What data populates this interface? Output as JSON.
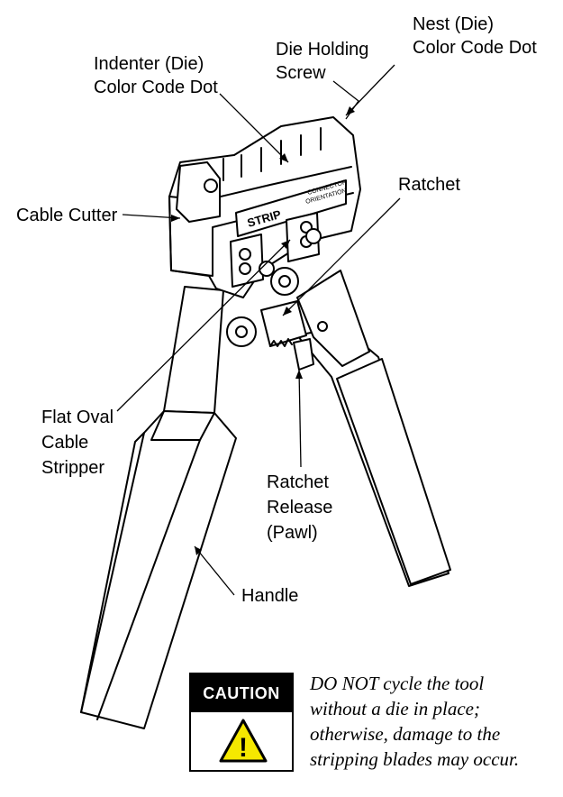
{
  "labels": {
    "nest_die_line1": "Nest (Die)",
    "nest_die_line2": "Color Code Dot",
    "die_holding_screw_line1": "Die Holding",
    "die_holding_screw_line2": "Screw",
    "indenter_line1": "Indenter (Die)",
    "indenter_line2": "Color Code Dot",
    "ratchet": "Ratchet",
    "cable_cutter": "Cable Cutter",
    "flat_oval_line1": "Flat Oval",
    "flat_oval_line2": "Cable",
    "flat_oval_line3": "Stripper",
    "ratchet_release_line1": "Ratchet",
    "ratchet_release_line2": "Release",
    "ratchet_release_line3": "(Pawl)",
    "handle": "Handle"
  },
  "tool_markings": {
    "strip": "STRIP",
    "connector": "CONNECTOR",
    "orientation": "ORIENTATION"
  },
  "caution": {
    "heading": "CAUTION",
    "icon_glyph": "!",
    "message_lines": [
      "DO NOT cycle the tool",
      "without a die in place;",
      "otherwise, damage to the",
      "stripping blades may occur."
    ],
    "colors": {
      "header_bg": "#000000",
      "triangle_fill": "#f5e800"
    }
  }
}
